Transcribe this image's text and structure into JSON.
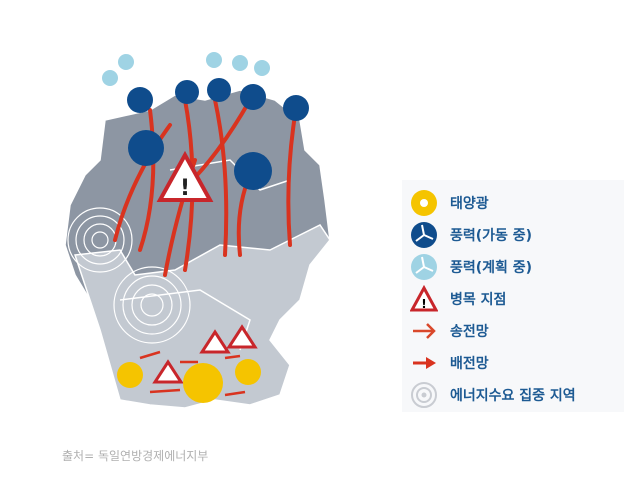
{
  "legend": {
    "items": [
      {
        "icon": "sun-icon",
        "label": "태양광",
        "color": "#f5c400"
      },
      {
        "icon": "wind-turbine-operating-icon",
        "label": "풍력(가동 중)",
        "color": "#0f4c8c"
      },
      {
        "icon": "wind-turbine-planned-icon",
        "label": "풍력(계획 중)",
        "color": "#9fd3e4"
      },
      {
        "icon": "warning-triangle-icon",
        "label": "병목 지점",
        "color": "#c8262b"
      },
      {
        "icon": "arrow-outline-icon",
        "label": "송전망",
        "color": "#d9482b"
      },
      {
        "icon": "arrow-solid-icon",
        "label": "배전망",
        "color": "#d9331f"
      },
      {
        "icon": "concentric-circles-icon",
        "label": "에너지수요 집중 지역",
        "color": "#c9ccd2"
      }
    ]
  },
  "source": "출처= 독일연방경제에너지부",
  "colors": {
    "region_dark": "#8d96a3",
    "region_light": "#c3c9d1",
    "border": "#ffffff"
  }
}
